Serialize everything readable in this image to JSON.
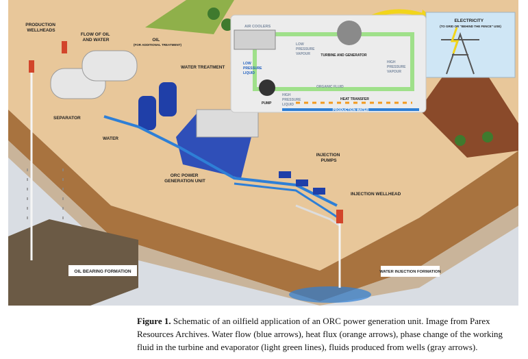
{
  "figure": {
    "labels": {
      "production_wellheads": [
        "PRODUCTION",
        "WELLHEADS"
      ],
      "flow_oil_water": [
        "FLOW OF OIL",
        "AND WATER"
      ],
      "oil": [
        "OIL",
        "(FOR ADDITIONAL TREATMENT)"
      ],
      "water_treatment": "WATER TREATMENT",
      "separator": "SEPARATOR",
      "water": "WATER",
      "orc_unit": [
        "ORC POWER",
        "GENERATION UNIT"
      ],
      "injection_pumps": [
        "INJECTION",
        "PUMPS"
      ],
      "injection_wellhead": "INJECTION WELLHEAD",
      "oil_bearing_formation": "OIL BEARING FORMATION",
      "water_injection_formation": "WATER INJECTION FORMATION",
      "electricity": [
        "ELECTRICITY",
        "(TO GRID OR \"BEHIND THE FENCE\" USE)"
      ]
    },
    "inset": {
      "air_coolers": "AIR COOLERS",
      "turbine": "TURBINE AND GENERATOR",
      "low_pressure_vapour": [
        "LOW",
        "PRESSURE",
        "VAPOUR"
      ],
      "high_pressure_vapour": [
        "HIGH",
        "PRESSURE",
        "VAPOUR"
      ],
      "low_pressure_liquid": [
        "LOW",
        "PRESSURE",
        "LIQUID"
      ],
      "organic_fluid": "ORGANIC FLUID",
      "high_pressure_liquid": [
        "HIGH",
        "PRESSURE",
        "LIQUID"
      ],
      "pump": "PUMP",
      "heat_transfer": "HEAT TRANSFER",
      "production_water": "PRODUCTION WATER"
    },
    "colors": {
      "water_flow": "#2e7fd6",
      "heat_flux": "#f39a1e",
      "working_fluid": "#9fe08a",
      "produced_fluid": "#8a8a8a"
    }
  },
  "caption": {
    "label": "Figure 1.",
    "text": " Schematic of an oilfield application of an ORC power generation unit. Image from Parex Resources Archives. Water flow (blue arrows), heat flux (orange arrows), phase change of the working fluid in the turbine and evaporator (light green lines), fluids produced from wells (gray arrows)."
  }
}
